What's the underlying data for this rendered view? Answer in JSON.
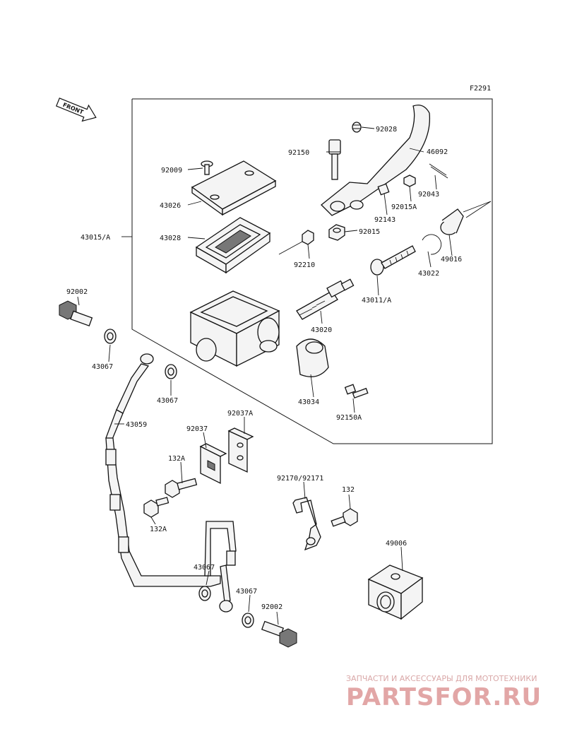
{
  "figure_code": "F2291",
  "front_marker": "FRONT",
  "watermark": {
    "tagline": "ЗАПЧАСТИ И АКСЕССУАРЫ ДЛЯ МОТОТЕХНИКИ",
    "logo": "PARTSFOR.RU"
  },
  "labels": {
    "p92028": "92028",
    "p92150": "92150",
    "p46092": "46092",
    "p92009": "92009",
    "p92043": "92043",
    "p43026": "43026",
    "p92015A": "92015A",
    "p92143": "92143",
    "p43015A": "43015/A",
    "p43028": "43028",
    "p92015": "92015",
    "p92210": "92210",
    "p49016": "49016",
    "p43022": "43022",
    "p92002a": "92002",
    "p43011A": "43011/A",
    "p43020": "43020",
    "p43067a": "43067",
    "p43067b": "43067",
    "p43034": "43034",
    "p92150A": "92150A",
    "p43059": "43059",
    "p92037A": "92037A",
    "p92037": "92037",
    "p132Aa": "132A",
    "p92170": "92170/92171",
    "p132": "132",
    "p132Ab": "132A",
    "p49006": "49006",
    "p43067c": "43067",
    "p43067d": "43067",
    "p92002b": "92002"
  }
}
